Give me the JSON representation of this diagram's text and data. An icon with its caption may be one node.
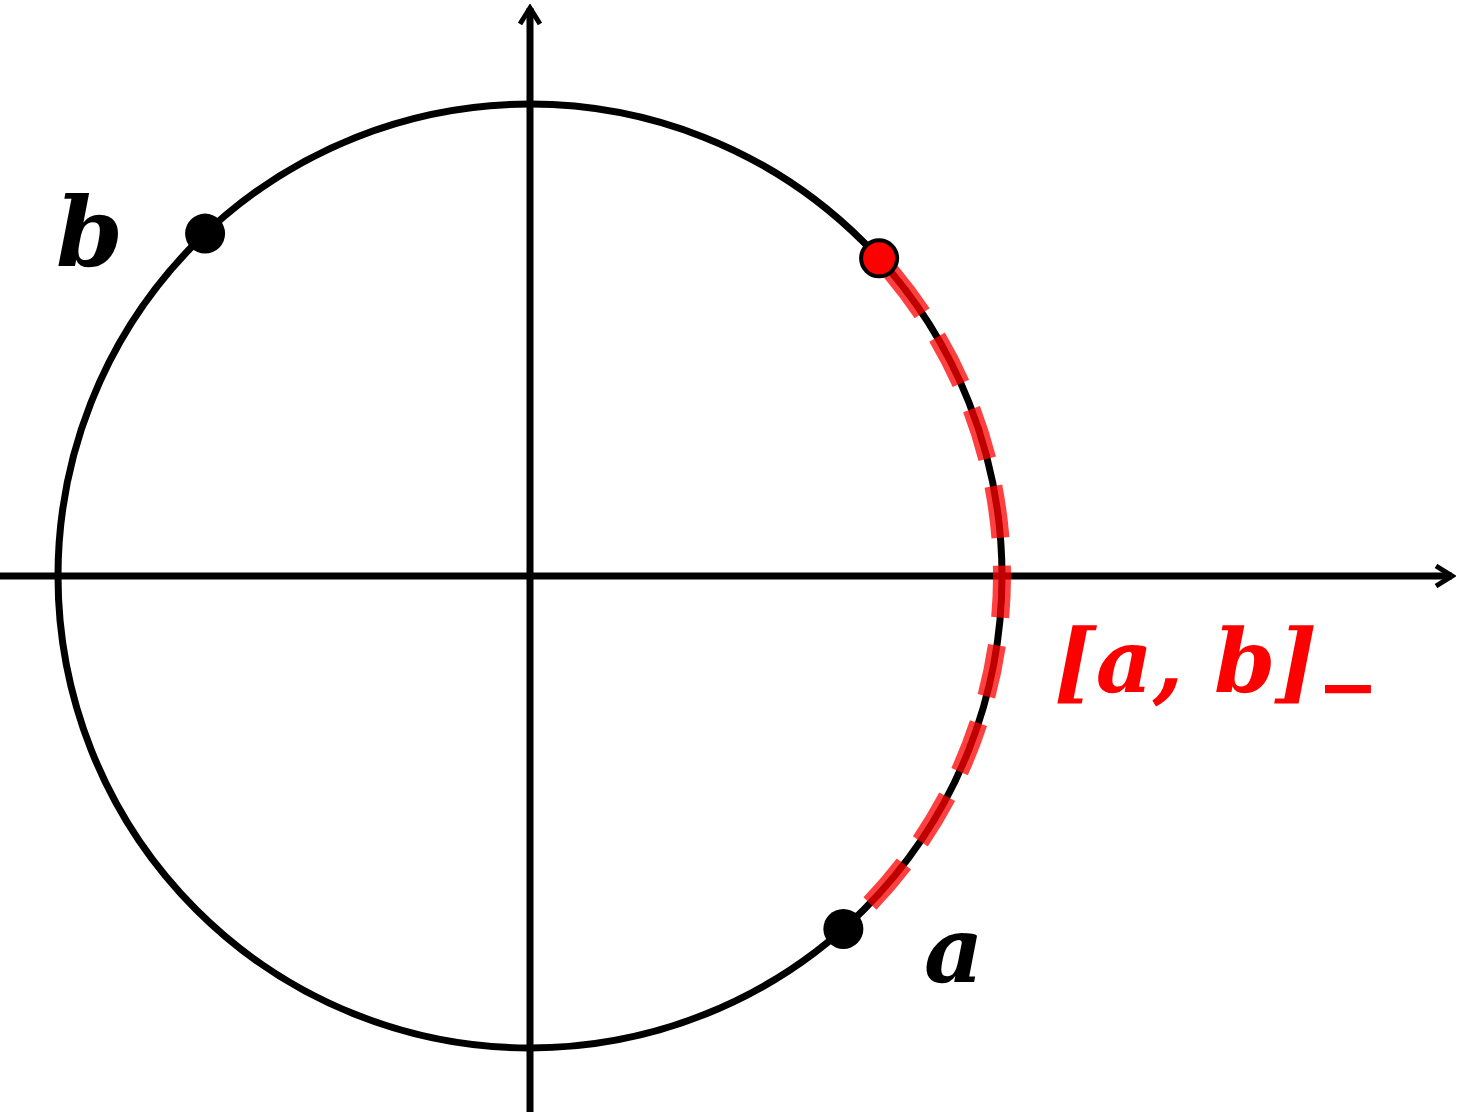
{
  "diagram": {
    "nodes": [
      {
        "text": [],
        "shape": "circle",
        "beside": [
          "b"
        ]
      },
      {
        "text": [],
        "shape": "circle"
      },
      {
        "text": [],
        "shape": "circle",
        "beside": [
          "a"
        ]
      }
    ],
    "edges": [
      {
        "from": 1,
        "to": 2,
        "arrow": "none",
        "label": "[a, b]$_{−}$",
        "style": "dashed",
        "color": "#ff0000"
      }
    ]
  }
}
